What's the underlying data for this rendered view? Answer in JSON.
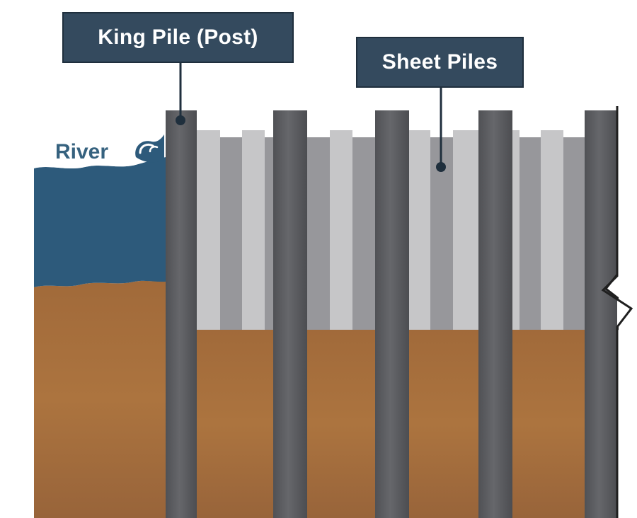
{
  "labels": {
    "king_pile": "King Pile (Post)",
    "sheet_piles": "Sheet Piles",
    "river": "River"
  },
  "colors": {
    "label_bg": "#344a5e",
    "label_border": "#1f2f3d",
    "water": "#2d5a7b",
    "water_foam": "#ffffff",
    "soil": "#a8713e",
    "soil_dark": "#8f5d31",
    "king_pile": "#5e5f63",
    "king_pile_edge": "#45464a",
    "sheet_light": "#c6c6c8",
    "sheet_dark": "#97979b",
    "leader_line": "#1f2f3d",
    "river_text": "#36627f"
  },
  "icons": {
    "wave": "wave-icon",
    "break_line": "break-line-icon"
  }
}
